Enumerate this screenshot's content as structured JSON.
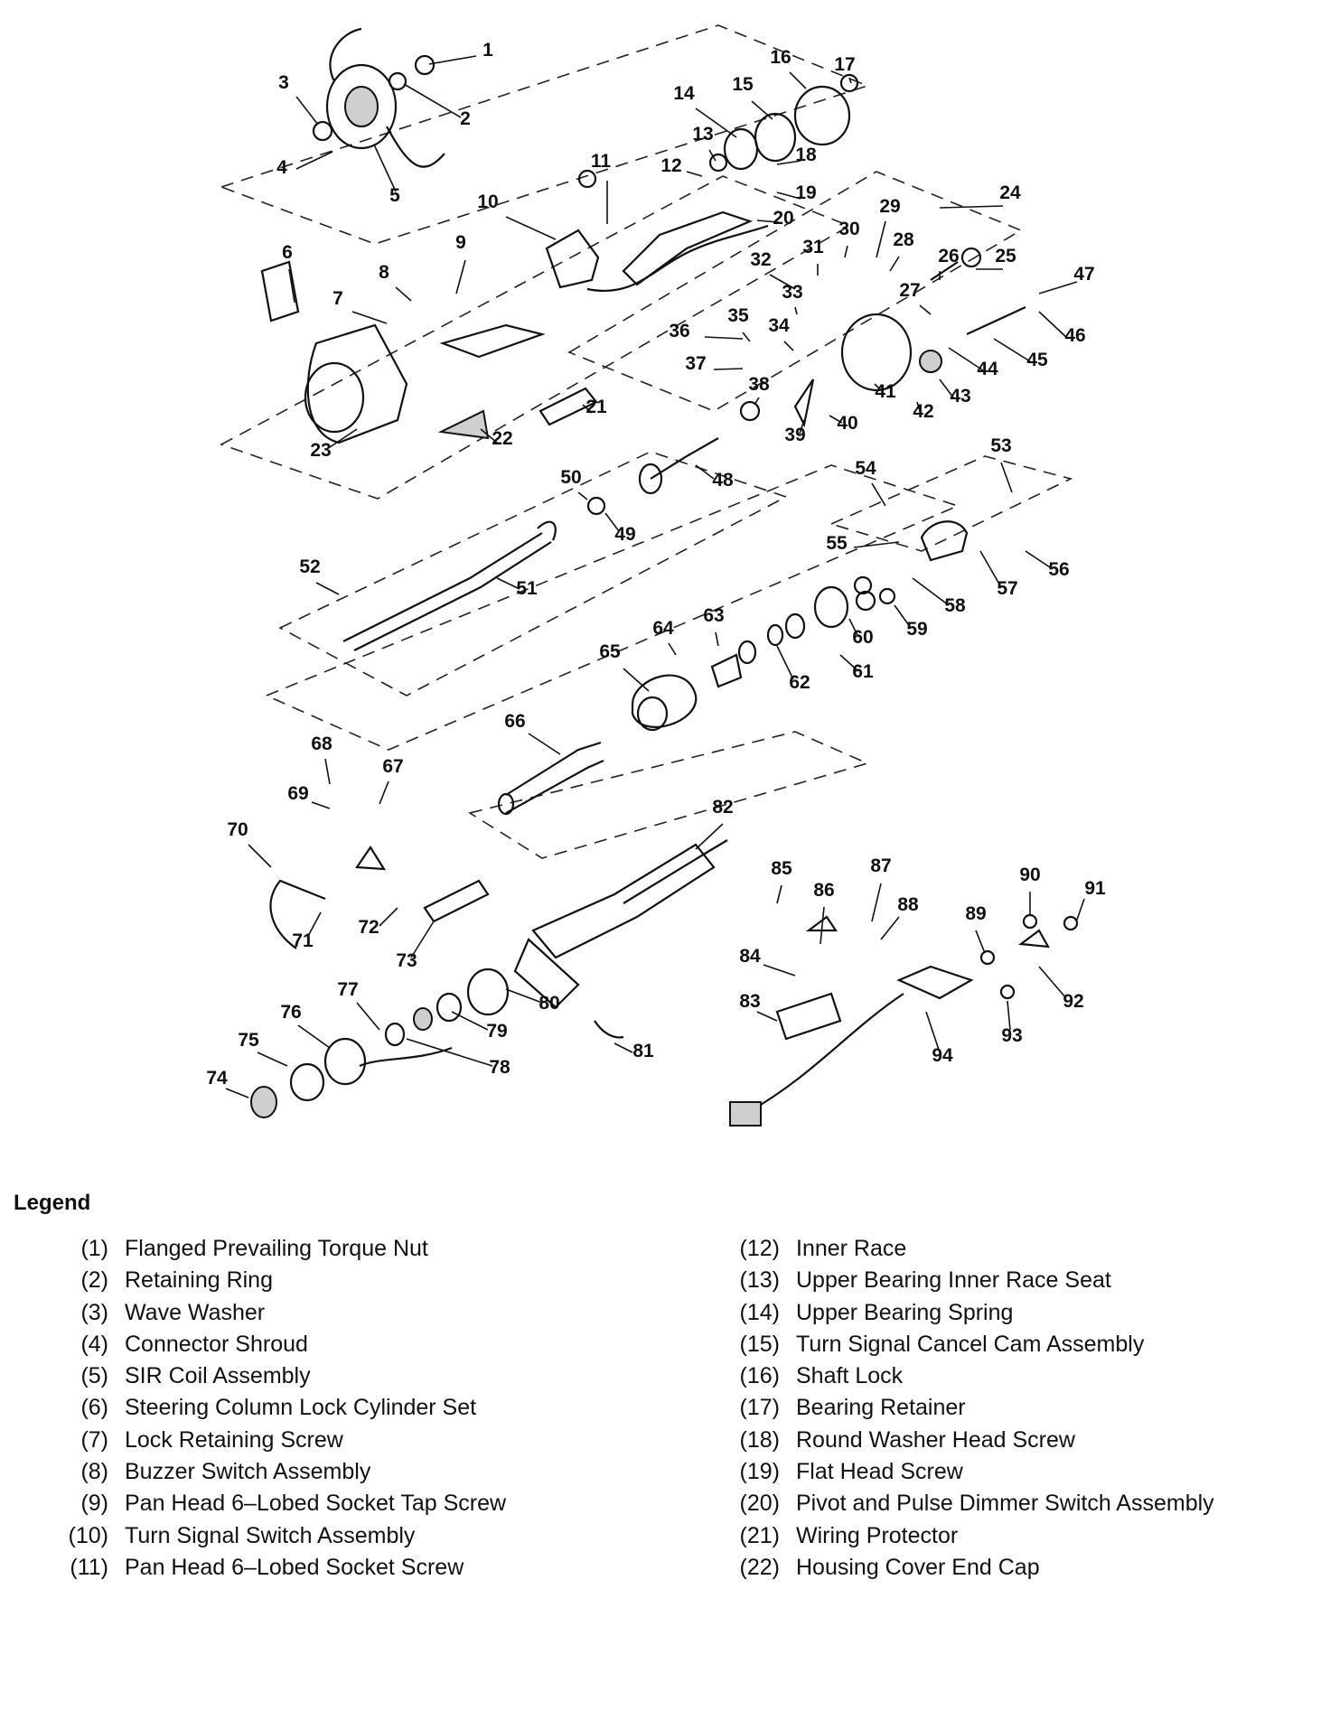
{
  "legend": {
    "title": "Legend",
    "items": [
      {
        "num": "(1)",
        "label": "Flanged Prevailing Torque Nut"
      },
      {
        "num": "(2)",
        "label": "Retaining Ring"
      },
      {
        "num": "(3)",
        "label": "Wave Washer"
      },
      {
        "num": "(4)",
        "label": "Connector Shroud"
      },
      {
        "num": "(5)",
        "label": "SIR Coil Assembly"
      },
      {
        "num": "(6)",
        "label": "Steering Column Lock Cylinder Set"
      },
      {
        "num": "(7)",
        "label": "Lock Retaining Screw"
      },
      {
        "num": "(8)",
        "label": "Buzzer Switch Assembly"
      },
      {
        "num": "(9)",
        "label": "Pan Head 6–Lobed Socket Tap Screw"
      },
      {
        "num": "(10)",
        "label": "Turn Signal Switch Assembly"
      },
      {
        "num": "(11)",
        "label": "Pan Head 6–Lobed Socket Screw"
      },
      {
        "num": "(12)",
        "label": "Inner Race"
      },
      {
        "num": "(13)",
        "label": "Upper Bearing Inner Race Seat"
      },
      {
        "num": "(14)",
        "label": "Upper Bearing Spring"
      },
      {
        "num": "(15)",
        "label": "Turn Signal Cancel Cam Assembly"
      },
      {
        "num": "(16)",
        "label": "Shaft Lock"
      },
      {
        "num": "(17)",
        "label": "Bearing Retainer"
      },
      {
        "num": "(18)",
        "label": "Round Washer Head Screw"
      },
      {
        "num": "(19)",
        "label": "Flat Head Screw"
      },
      {
        "num": "(20)",
        "label": "Pivot and Pulse Dimmer Switch Assembly"
      },
      {
        "num": "(21)",
        "label": "Wiring Protector"
      },
      {
        "num": "(22)",
        "label": "Housing Cover End Cap"
      }
    ]
  },
  "diagram": {
    "callouts": [
      "1",
      "2",
      "3",
      "4",
      "5",
      "6",
      "7",
      "8",
      "9",
      "10",
      "11",
      "12",
      "13",
      "14",
      "15",
      "16",
      "17",
      "18",
      "19",
      "20",
      "21",
      "22",
      "23",
      "24",
      "25",
      "26",
      "27",
      "28",
      "29",
      "30",
      "31",
      "32",
      "33",
      "34",
      "35",
      "36",
      "37",
      "38",
      "39",
      "40",
      "41",
      "42",
      "43",
      "44",
      "45",
      "46",
      "47",
      "48",
      "49",
      "50",
      "51",
      "52",
      "53",
      "54",
      "55",
      "56",
      "57",
      "58",
      "59",
      "60",
      "61",
      "62",
      "63",
      "64",
      "65",
      "66",
      "67",
      "68",
      "69",
      "70",
      "71",
      "72",
      "73",
      "74",
      "75",
      "76",
      "77",
      "78",
      "79",
      "80",
      "81",
      "82",
      "83",
      "84",
      "85",
      "86",
      "87",
      "88",
      "89",
      "90",
      "91",
      "92",
      "93",
      "94"
    ]
  }
}
